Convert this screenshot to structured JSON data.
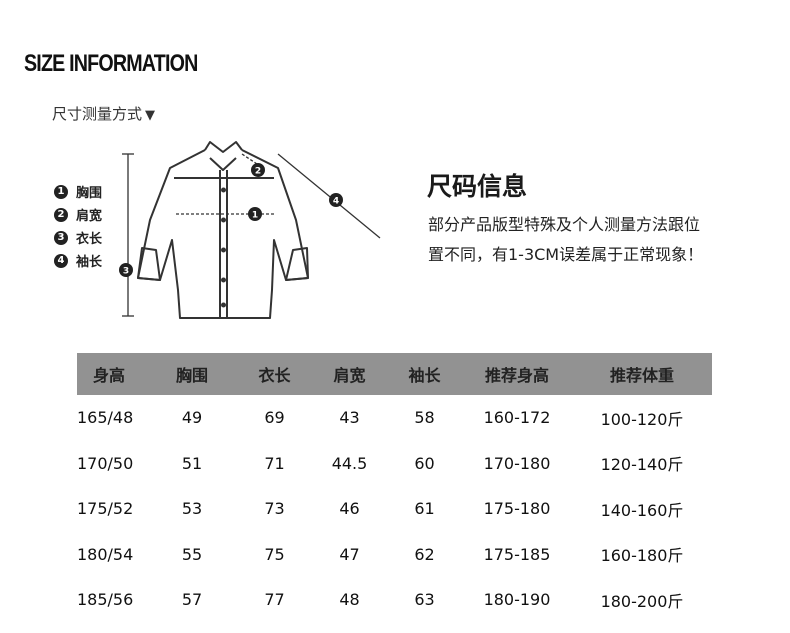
{
  "header": {
    "title": "SIZE INFORMATION",
    "method_label": "尺寸测量方式",
    "method_arrow": "▼"
  },
  "legend": [
    {
      "num": "1",
      "label": "胸围"
    },
    {
      "num": "2",
      "label": "肩宽"
    },
    {
      "num": "3",
      "label": "衣长"
    },
    {
      "num": "4",
      "label": "袖长"
    }
  ],
  "info": {
    "title": "尺码信息",
    "text_line1": "部分产品版型特殊及个人测量方法跟位",
    "text_line2": "置不同，有1-3CM误差属于正常现象！"
  },
  "table": {
    "headers": [
      "身高",
      "胸围",
      "衣长",
      "肩宽",
      "袖长",
      "推荐身高",
      "推荐体重"
    ],
    "rows": [
      [
        "165/48",
        "49",
        "69",
        "43",
        "58",
        "160-172",
        "100-120斤"
      ],
      [
        "170/50",
        "51",
        "71",
        "44.5",
        "60",
        "170-180",
        "120-140斤"
      ],
      [
        "175/52",
        "53",
        "73",
        "46",
        "61",
        "175-180",
        "140-160斤"
      ],
      [
        "180/54",
        "55",
        "75",
        "47",
        "62",
        "175-185",
        "160-180斤"
      ],
      [
        "185/56",
        "57",
        "77",
        "48",
        "63",
        "180-190",
        "180-200斤"
      ]
    ]
  }
}
